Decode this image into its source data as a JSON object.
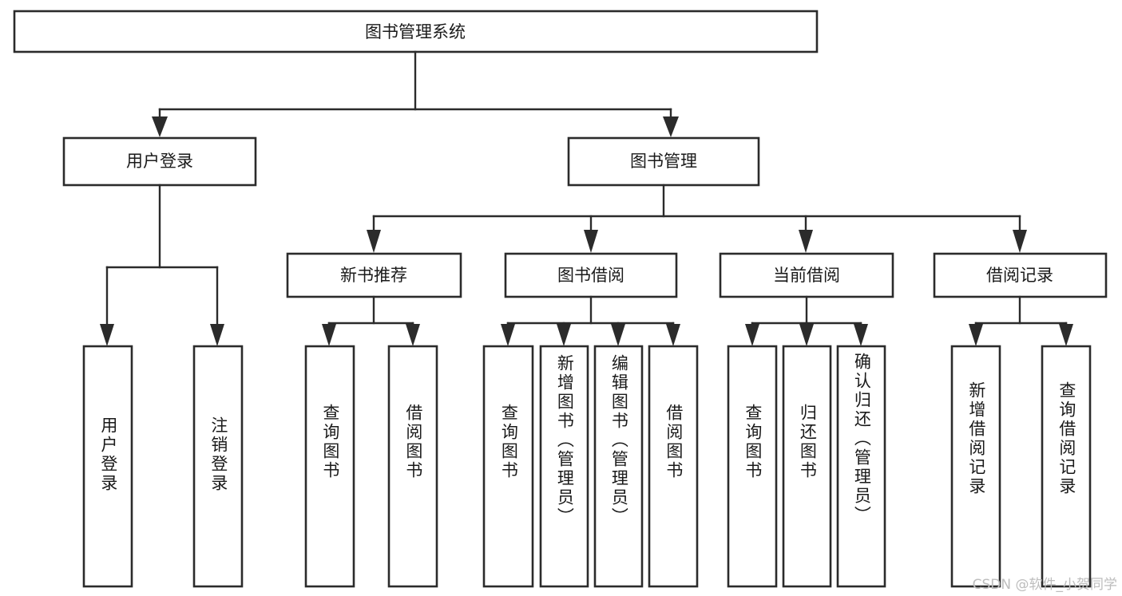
{
  "diagram": {
    "type": "tree",
    "title": "图书管理系统",
    "watermark": "CSDN @软件_小贺同学",
    "colors": {
      "stroke": "#2b2b2b",
      "fill": "#ffffff",
      "text": "#1a1a1a",
      "watermark": "#bdbdbd",
      "background": "#ffffff"
    },
    "root": {
      "label": "图书管理系统"
    },
    "level2": [
      {
        "label": "用户登录"
      },
      {
        "label": "图书管理"
      }
    ],
    "level3": [
      {
        "label": "新书推荐"
      },
      {
        "label": "图书借阅"
      },
      {
        "label": "当前借阅"
      },
      {
        "label": "借阅记录"
      }
    ],
    "leaves": {
      "user_login": [
        {
          "label": "用户登录"
        },
        {
          "label": "注销登录"
        }
      ],
      "new_book_recommend": [
        {
          "label": "查询图书"
        },
        {
          "label": "借阅图书"
        }
      ],
      "book_borrow": [
        {
          "label": "查询图书"
        },
        {
          "label": "新增图书（管理员）"
        },
        {
          "label": "编辑图书（管理员）"
        },
        {
          "label": "借阅图书"
        }
      ],
      "current_borrow": [
        {
          "label": "查询图书"
        },
        {
          "label": "归还图书"
        },
        {
          "label": "确认归还（管理员）"
        }
      ],
      "borrow_record": [
        {
          "label": "新增借阅记录"
        },
        {
          "label": "查询借阅记录"
        }
      ]
    }
  }
}
